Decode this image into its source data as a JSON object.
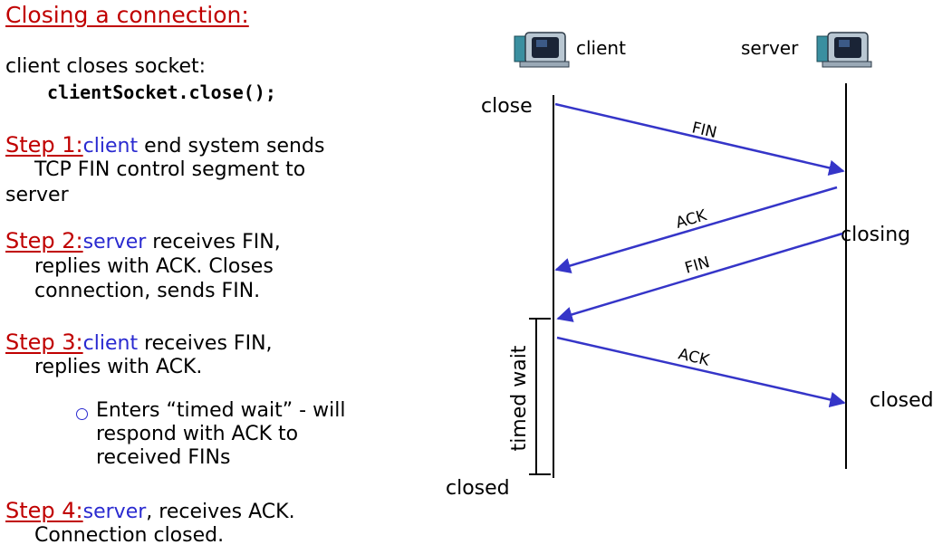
{
  "title": "Closing a connection:",
  "intro": {
    "line1": "client closes socket:",
    "code": "clientSocket.close();"
  },
  "steps": [
    {
      "label": "Step 1:",
      "actor": "client",
      "rest": " end system sends",
      "lines": [
        "TCP FIN control segment to",
        "server"
      ]
    },
    {
      "label": "Step 2:",
      "actor": "server",
      "rest": " receives FIN,",
      "lines": [
        "replies with ACK. Closes",
        "connection, sends FIN."
      ]
    },
    {
      "label": "Step 3:",
      "actor": "client",
      "rest": " receives FIN,",
      "lines": [
        "replies with ACK."
      ]
    },
    {
      "label": "Step 4:",
      "actor": "server",
      "rest": ", receives ACK.",
      "lines": [
        "Connection closed."
      ]
    }
  ],
  "bullet": {
    "lines": [
      "Enters “timed wait” - will",
      "respond with ACK to",
      "received FINs"
    ]
  },
  "diagram": {
    "client_label": "client",
    "server_label": "server",
    "client_events": {
      "close": "close",
      "closed": "closed"
    },
    "server_events": {
      "closing": "closing",
      "closed": "closed"
    },
    "timer_label": "timed wait",
    "messages": [
      "FIN",
      "ACK",
      "FIN",
      "ACK"
    ],
    "colors": {
      "arrow": "#3535c8",
      "title": "#c00000",
      "actor": "#2a2ad0"
    }
  }
}
